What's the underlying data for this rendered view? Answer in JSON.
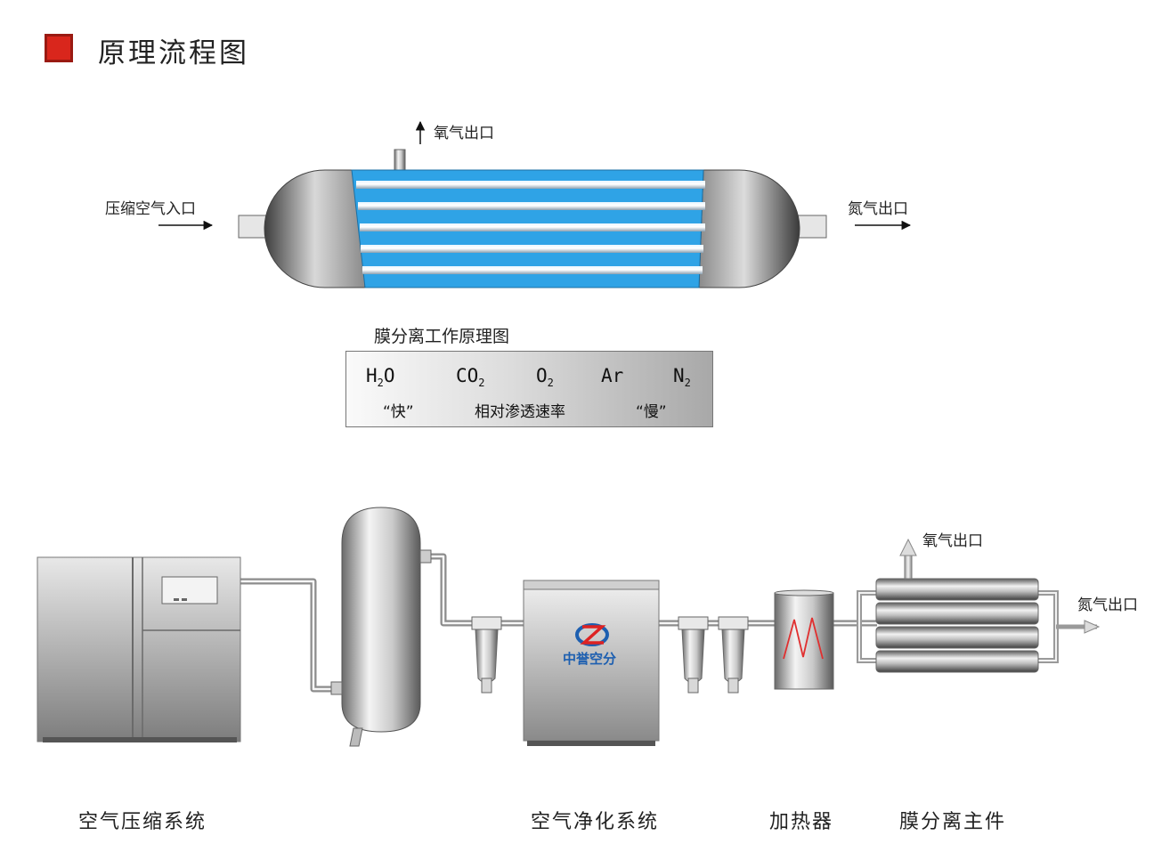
{
  "header": {
    "title": "原理流程图"
  },
  "membrane": {
    "oxygen_out": "氧气出口",
    "air_in": "压缩空气入口",
    "nitrogen_out": "氮气出口",
    "caption": "膜分离工作原理图"
  },
  "gas_box": {
    "gases": [
      {
        "symbol": "H",
        "sub": "2",
        "rest": "O"
      },
      {
        "symbol": "CO",
        "sub": "2",
        "rest": ""
      },
      {
        "symbol": "O",
        "sub": "2",
        "rest": ""
      },
      {
        "symbol": "Ar",
        "sub": "",
        "rest": ""
      },
      {
        "symbol": "N",
        "sub": "2",
        "rest": ""
      }
    ],
    "fast": "“快”",
    "middle": "相对渗透速率",
    "slow": "“慢”"
  },
  "flow": {
    "logo_text": "中誉空分",
    "oxygen_out": "氧气出口",
    "nitrogen_out": "氮气出口",
    "systems": {
      "compressor": "空气压缩系统",
      "purifier": "空气净化系统",
      "heater": "加热器",
      "membrane_unit": "膜分离主件"
    }
  },
  "colors": {
    "accent": "#d9261c",
    "membrane_blue": "#2fa3e6"
  }
}
